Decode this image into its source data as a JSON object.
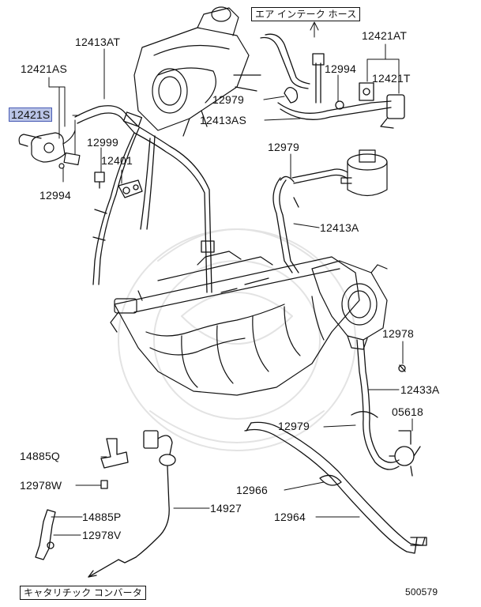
{
  "diagram": {
    "highlight_color": "#b9c3e6",
    "highlight_border": "#4a5db5",
    "line_color": "#111111",
    "watermark_color": "#e6e6e6",
    "part_labels": {
      "p12413AT": "12413AT",
      "p12421AS": "12421AS",
      "p12421S": "12421S",
      "p12999": "12999",
      "p12401": "12401",
      "p12994_left": "12994",
      "p12421AT": "12421AT",
      "p12994_right": "12994",
      "p12421T": "12421T",
      "p12979_top": "12979",
      "p12413AS": "12413AS",
      "p12979_mid": "12979",
      "p12413A": "12413A",
      "p12978": "12978",
      "p12433A": "12433A",
      "p12979_low": "12979",
      "p05618": "05618",
      "p14885Q": "14885Q",
      "p12978W": "12978W",
      "p12966": "12966",
      "p14927": "14927",
      "p12964": "12964",
      "p14885P": "14885P",
      "p12978V": "12978V"
    },
    "notes": {
      "air_intake_hose": "エア インテーク ホース",
      "catalytic_converter": "キャタリチック コンバータ"
    },
    "reference_number": "500579"
  }
}
